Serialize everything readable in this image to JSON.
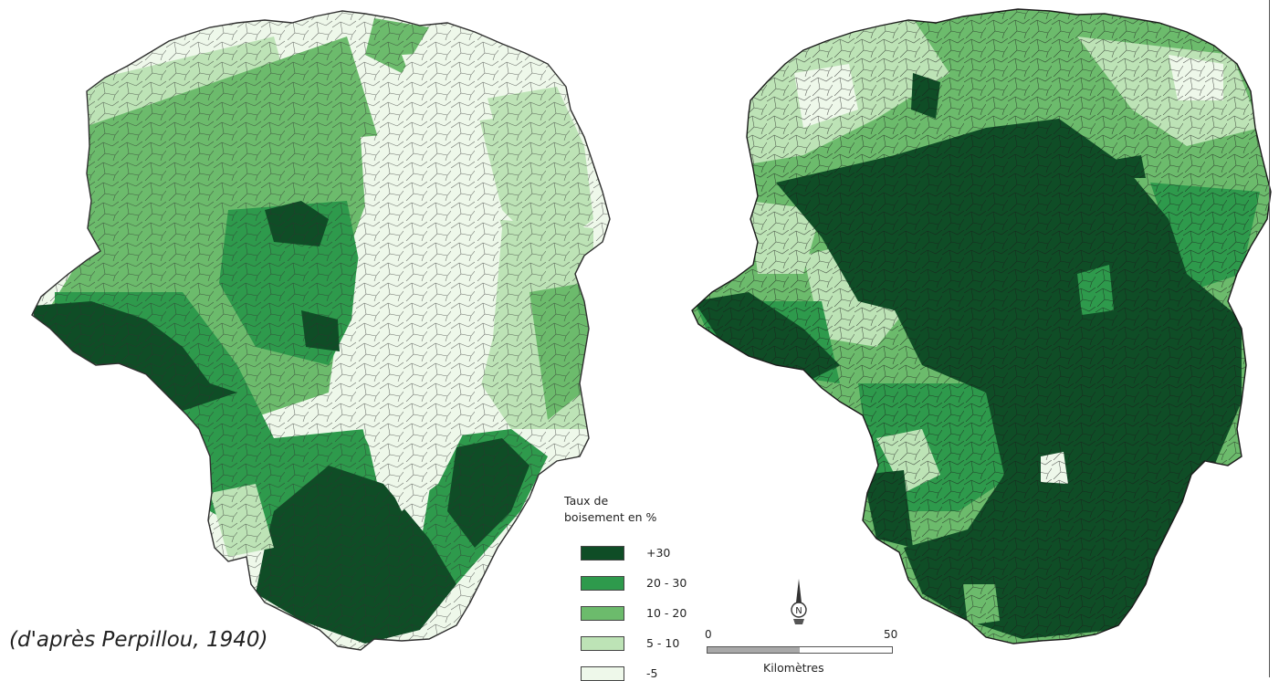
{
  "caption": "(d'après Perpillou, 1940)",
  "legend": {
    "title_line1": "Taux de",
    "title_line2": "boisement en %",
    "classes": [
      {
        "label": "+30",
        "color": "#0f4d26"
      },
      {
        "label": "20 - 30",
        "color": "#2e9a4c"
      },
      {
        "label": "10 - 20",
        "color": "#6cbb6c"
      },
      {
        "label": "5 - 10",
        "color": "#bde3b6"
      },
      {
        "label": "-5",
        "color": "#eef8ea"
      }
    ]
  },
  "scale_bar": {
    "start_label": "0",
    "end_label": "50",
    "unit_label": "Kilomètres"
  },
  "north_arrow": {
    "letter": "N",
    "icon": "north-arrow-icon"
  },
  "colors": {
    "outline": "#2f2f2f",
    "background": "#ffffff"
  }
}
